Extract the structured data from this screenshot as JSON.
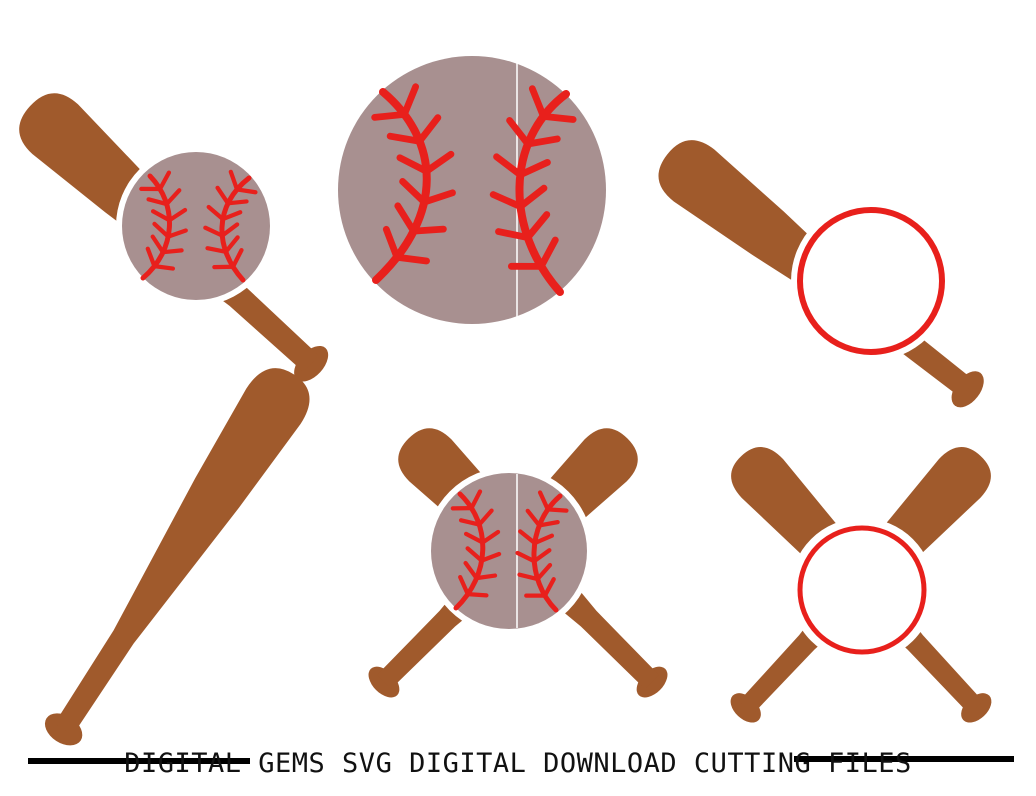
{
  "footer": {
    "caption": "DIGITAL GEMS SVG DIGITAL DOWNLOAD CUTTING FILES"
  },
  "colors": {
    "bat": "#a05a2c",
    "ball": "#a89090",
    "stitch": "#e8201c",
    "ring": "#e8201c",
    "line": "#000000",
    "background": "#ffffff"
  },
  "designs": [
    {
      "name": "bat-with-ball",
      "icon": "bat-ball-icon"
    },
    {
      "name": "large-baseball",
      "icon": "baseball-icon"
    },
    {
      "name": "bat-with-monogram-ring",
      "icon": "bat-ring-icon"
    },
    {
      "name": "single-bat",
      "icon": "bat-icon"
    },
    {
      "name": "crossed-bats-with-ball",
      "icon": "crossed-bats-ball-icon"
    },
    {
      "name": "crossed-bats-with-monogram-ring",
      "icon": "crossed-bats-ring-icon"
    }
  ]
}
